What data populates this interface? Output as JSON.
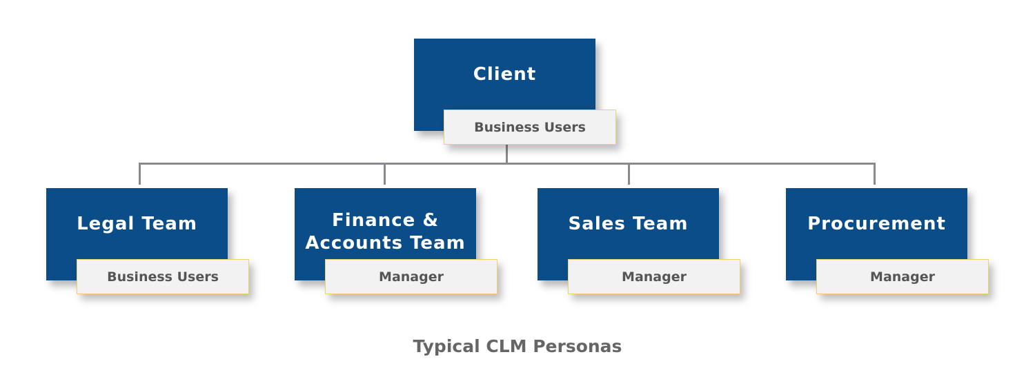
{
  "root": {
    "title": "Client",
    "role": "Business Users"
  },
  "children": [
    {
      "title": "Legal Team",
      "role": "Business Users"
    },
    {
      "title": "Finance & Accounts Team",
      "title_line1": "Finance &",
      "title_line2": "Accounts Team",
      "role": "Manager"
    },
    {
      "title": "Sales Team",
      "role": "Manager"
    },
    {
      "title": "Procurement",
      "role": "Manager"
    }
  ],
  "caption": "Typical CLM Personas",
  "colors": {
    "box": "#0b4d89",
    "label_bg": "#f2f2f2",
    "label_border": "#f0cf6e",
    "connector": "#8a8a8e"
  }
}
